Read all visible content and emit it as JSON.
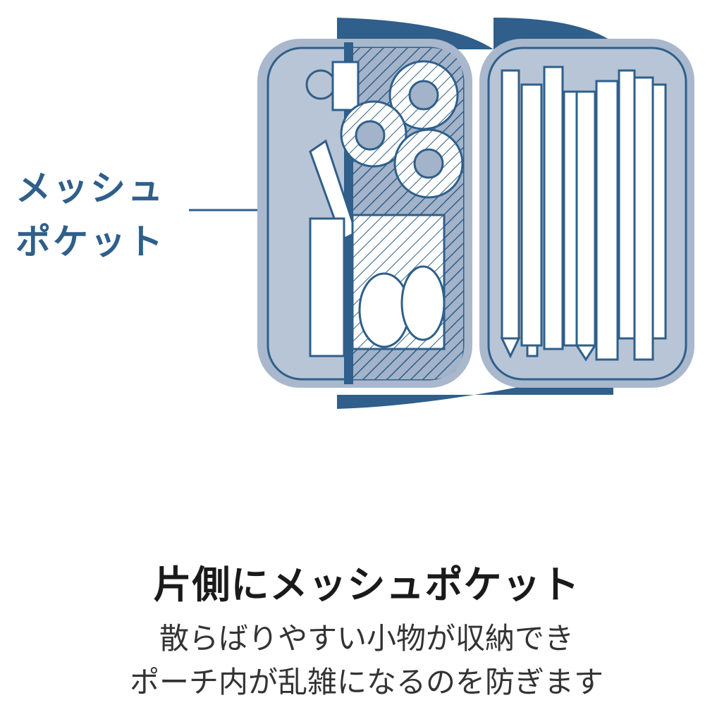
{
  "callout": {
    "line1": "メッシュ",
    "line2": "ポケット"
  },
  "title": "片側にメッシュポケット",
  "description": [
    "散らばりやすい小物が収納でき",
    "ポーチ内が乱雑になるのを防ぎます"
  ],
  "colors": {
    "dark": "#2f5f8a",
    "outer": "#a9b8cc",
    "inner": "#b8c5d6",
    "item": "#ffffff"
  }
}
